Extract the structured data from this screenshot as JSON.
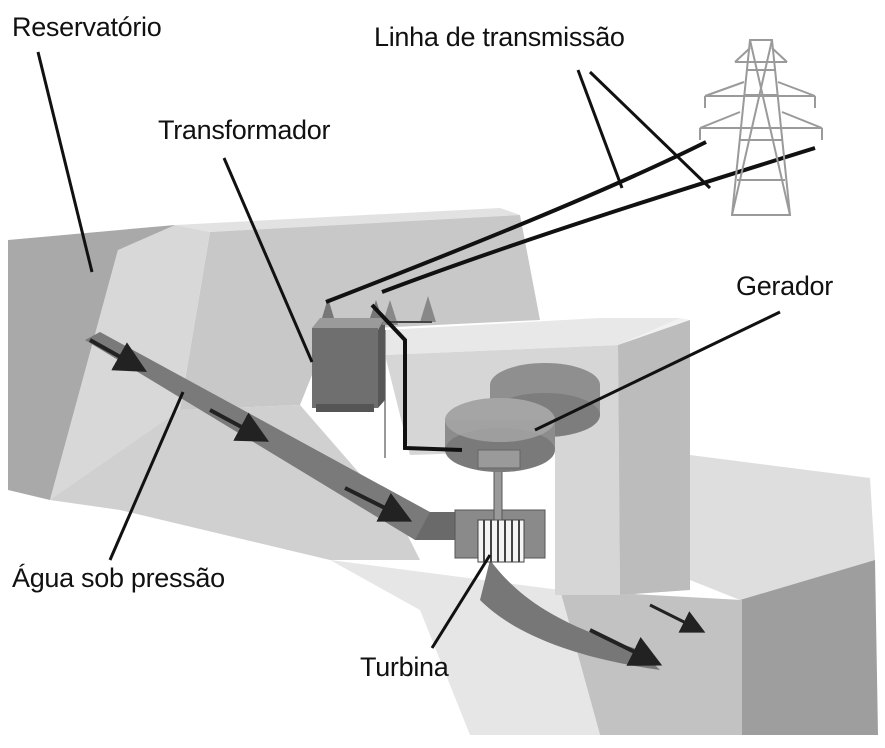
{
  "labels": {
    "reservoir": "Reservatório",
    "transmission_line": "Linha de transmissão",
    "transformer": "Transformador",
    "generator": "Gerador",
    "pressurized_water": "Água sob pressão",
    "turbine": "Turbina"
  },
  "colors": {
    "background": "#ffffff",
    "wall_light": "#dcdcdc",
    "wall_mid": "#bdbdbd",
    "wall_dark": "#8e8e8e",
    "water": "#6e6e6e",
    "line": "#111111"
  },
  "icons": [
    "transmission-tower-icon",
    "flow-arrow-icon"
  ]
}
